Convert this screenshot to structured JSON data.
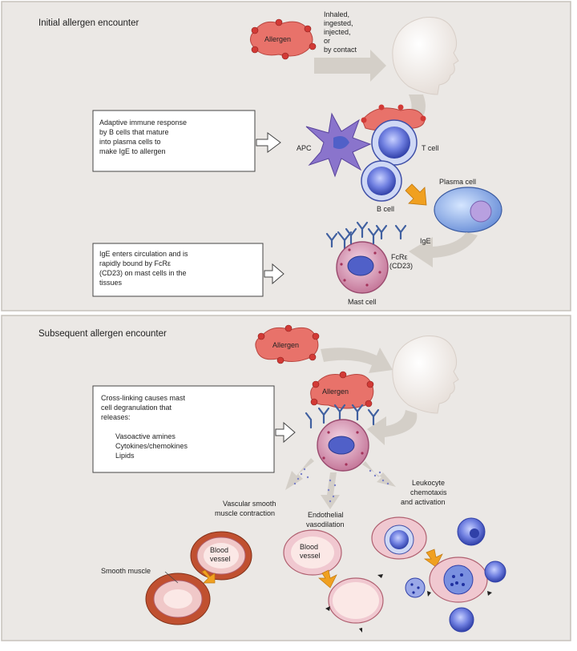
{
  "panel_top": {
    "title": "Initial allergen encounter",
    "allergen": "Allergen",
    "routes": [
      "Inhaled,",
      "ingested,",
      "injected,",
      "or",
      "by contact"
    ],
    "box1": [
      "Adaptive immune response",
      "by B cells that mature",
      "into plasma cells to",
      "make IgE to allergen"
    ],
    "apc": "APC",
    "t_cell": "T cell",
    "b_cell": "B cell",
    "plasma_cell": "Plasma cell",
    "ige": "IgE",
    "fcre": [
      "FcRε",
      "(CD23)"
    ],
    "mast_cell": "Mast cell",
    "box2": [
      "IgE enters circulation and is",
      "rapidly bound by FcRε",
      "(CD23) on mast cells in the",
      "tissues"
    ]
  },
  "panel_bottom": {
    "title": "Subsequent allergen encounter",
    "allergen_1": "Allergen",
    "allergen_2": "Allergen",
    "box3": [
      "Cross-linking causes mast",
      "cell degranulation that",
      "releases:"
    ],
    "box3_list": [
      "Vasoactive amines",
      "Cytokines/chemokines",
      "Lipids"
    ],
    "leukocyte": [
      "Leukocyte",
      "chemotaxis",
      "and activation"
    ],
    "vascular": [
      "Vascular smooth",
      "muscle contraction"
    ],
    "endothelial": [
      "Endothelial",
      "vasodilation"
    ],
    "blood_vessel_1": [
      "Blood",
      "vessel"
    ],
    "blood_vessel_2": [
      "Blood",
      "vessel"
    ],
    "smooth_muscle": "Smooth muscle"
  },
  "colors": {
    "panel_bg": "#ebe8e5",
    "allergen_fill": "#e8726a",
    "allergen_dot": "#d23a36",
    "orange_arrow": "#f0a020",
    "grey_arrow": "#d4cfc8",
    "lymphocyte": "#5a6ad0",
    "mast_cell": "#d9a0b8"
  }
}
